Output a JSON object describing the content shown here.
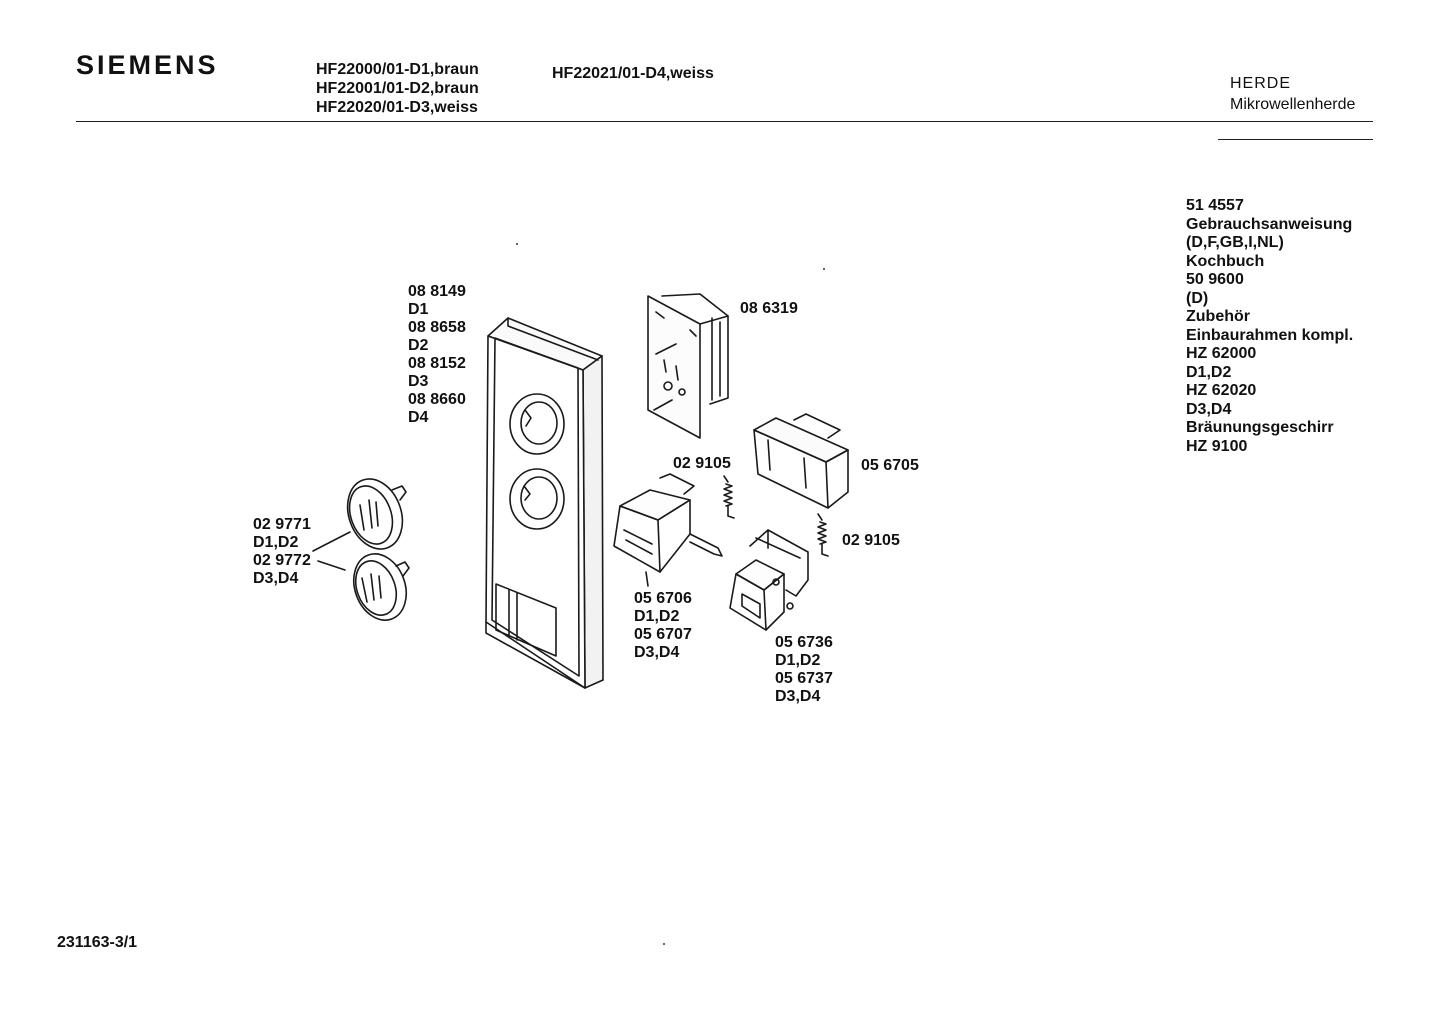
{
  "header": {
    "brand": "SIEMENS",
    "models_col1": [
      "HF22000/01-D1,braun",
      "HF22001/01-D2,braun",
      "HF22020/01-D3,weiss"
    ],
    "models_col2": [
      "HF22021/01-D4,weiss"
    ],
    "category": "HERDE",
    "subcategory": "Mikrowellenherde"
  },
  "documents": [
    "51 4557",
    "Gebrauchsanweisung",
    "(D,F,GB,I,NL)",
    "Kochbuch",
    "50 9600",
    "(D)",
    "Zubehör",
    "Einbaurahmen kompl.",
    "HZ 62000",
    "D1,D2",
    "HZ 62020",
    "D3,D4",
    "Bräunungsgeschirr",
    "HZ 9100"
  ],
  "part_labels": {
    "panel": [
      "08 8149",
      "D1",
      "08 8658",
      "D2",
      "08 8152",
      "D3",
      "08 8660",
      "D4"
    ],
    "timer": [
      "08 6319"
    ],
    "knobs": [
      "02 9771",
      "D1,D2",
      "02 9772",
      "D3,D4"
    ],
    "spring_upper": [
      "02 9105"
    ],
    "microswitch": [
      "05 6705"
    ],
    "spring_lower": [
      "02 9105"
    ],
    "switch_left": [
      "05 6706",
      "D1,D2",
      "05 6707",
      "D3,D4"
    ],
    "switch_right": [
      "05 6736",
      "D1,D2",
      "05 6737",
      "D3,D4"
    ]
  },
  "footer": {
    "drawing_number": "231163-3/1"
  }
}
